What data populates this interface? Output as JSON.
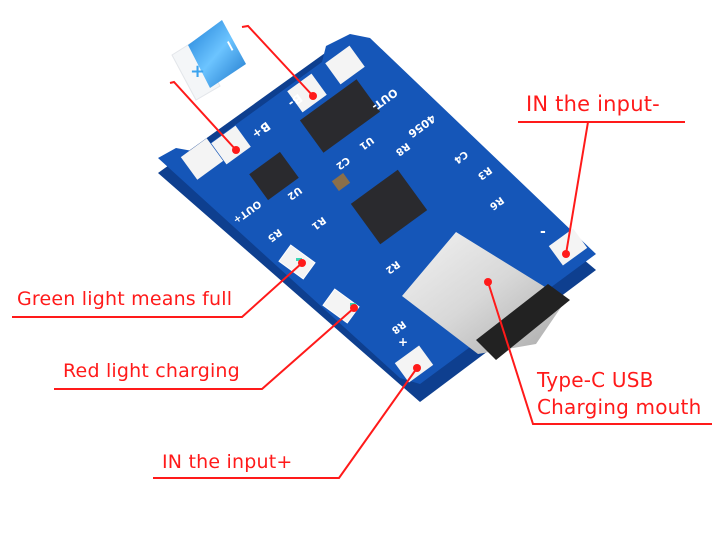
{
  "colors": {
    "annotation": "#ff1a1a",
    "pcb": "#1556b8",
    "pcb_edge": "#0e3f8f",
    "chip": "#2a2a2e",
    "pad": "#f4f4f4",
    "battery": "#3aa3ef"
  },
  "battery": {
    "plus_symbol": "+",
    "minus_symbol": "−"
  },
  "callouts": {
    "input_minus": "IN the input-",
    "green_light": "Green light means full",
    "red_light": "Red light charging",
    "input_plus": "IN the input+",
    "type_c_line1": "Type-C USB",
    "type_c_line2": "Charging mouth"
  },
  "silkscreen": {
    "b_plus": "B+",
    "b_minus": "B-",
    "out_minus": "OUT-",
    "out_plus": "OUT+",
    "chip_id": "4056",
    "r1": "R1",
    "r2": "R2",
    "r3": "R3",
    "r5": "R5",
    "r6": "R6",
    "r8": "R8",
    "c2": "C2",
    "c4": "C4",
    "u1": "U1",
    "u2": "U2",
    "in_minus_mark": "-",
    "in_plus_mark": "+"
  }
}
